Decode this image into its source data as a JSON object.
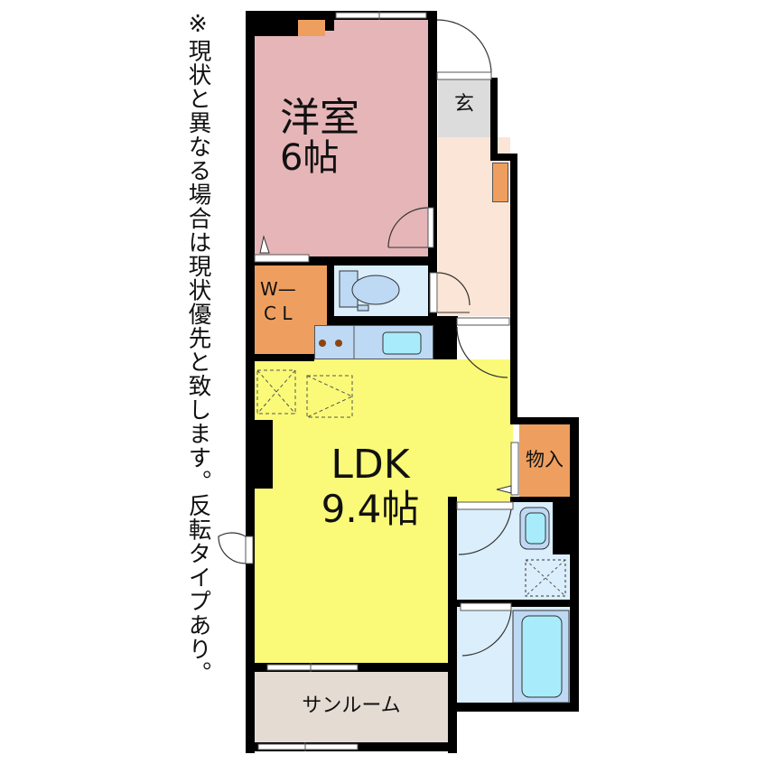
{
  "note": "※現状と異なる場合は現状優先と致します。反転タイプあり。",
  "rooms": {
    "western_room": {
      "name": "洋室",
      "size": "6帖",
      "color": "#e6b5b8"
    },
    "entrance": {
      "name": "玄",
      "color": "#dcdcdc"
    },
    "hallway": {
      "color": "#fbe5d6"
    },
    "wcl": {
      "line1": "W—",
      "line2": "C L",
      "color": "#ee9f5f"
    },
    "toilet": {
      "color": "#dbeefb"
    },
    "kitchen": {
      "color": "#bdd9f4"
    },
    "ldk": {
      "name": "LDK",
      "size": "9.4帖",
      "color": "#fafa78"
    },
    "storage": {
      "name": "物入",
      "color": "#ee9f5f"
    },
    "washroom": {
      "color": "#dbeefb"
    },
    "bath": {
      "color": "#dbeefb",
      "tub_color": "#a8ecfb"
    },
    "sunroom": {
      "name": "サンルーム",
      "color": "#e4dbd3"
    }
  }
}
